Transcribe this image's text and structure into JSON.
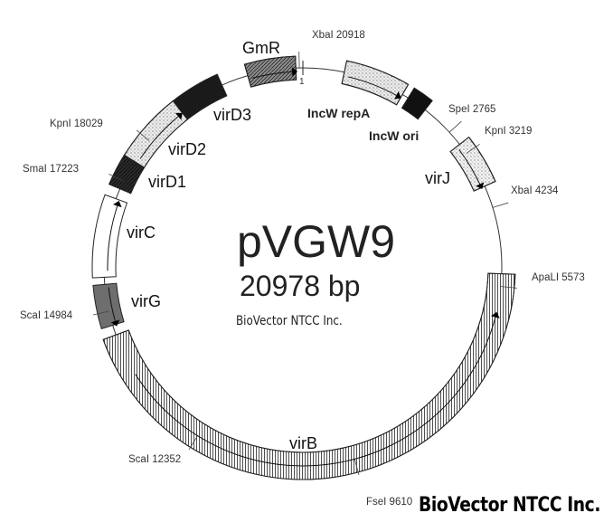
{
  "plasmid": {
    "name": "pVGW9",
    "size_label": "20978 bp",
    "length_bp": 20978,
    "origin_label": "1"
  },
  "watermark": "BioVector NTCC Inc.",
  "footer_watermark": "BioVector NTCC Inc.",
  "sites": [
    {
      "id": "xbai-20918",
      "label": "XbaI 20918",
      "bp": 20918
    },
    {
      "id": "spei-2765",
      "label": "SpeI 2765",
      "bp": 2765
    },
    {
      "id": "kpni-3219",
      "label": "KpnI 3219",
      "bp": 3219
    },
    {
      "id": "xbai-4234",
      "label": "XbaI 4234",
      "bp": 4234
    },
    {
      "id": "apali-5573",
      "label": "ApaLI 5573",
      "bp": 5573
    },
    {
      "id": "fsei-9610",
      "label": "FseI 9610",
      "bp": 9610
    },
    {
      "id": "scai-12352",
      "label": "ScaI 12352",
      "bp": 12352
    },
    {
      "id": "scai-14984",
      "label": "ScaI 14984",
      "bp": 14984
    },
    {
      "id": "smai-17223",
      "label": "SmaI 17223",
      "bp": 17223
    },
    {
      "id": "kpni-18029",
      "label": "KpnI 18029",
      "bp": 18029
    }
  ],
  "features": [
    {
      "id": "gmr",
      "label": "GmR",
      "start": 20040,
      "end": 20860,
      "dir": 1,
      "fill": "#8a8a8a",
      "pattern": "hatch"
    },
    {
      "id": "incw-repa",
      "label": "IncW repA",
      "start": 700,
      "end": 1750,
      "dir": 1,
      "fill": "#ececec",
      "pattern": "dots"
    },
    {
      "id": "incw-ori",
      "label": "IncW ori",
      "start": 1860,
      "end": 2210,
      "dir": 0,
      "fill": "#111111",
      "pattern": "none"
    },
    {
      "id": "virj",
      "label": "virJ",
      "start": 3030,
      "end": 3850,
      "dir": 1,
      "fill": "#f4f4f4",
      "pattern": "dots"
    },
    {
      "id": "virb",
      "label": "virB",
      "start": 5360,
      "end": 14570,
      "dir": -1,
      "fill": "#ffffff",
      "pattern": "vlines"
    },
    {
      "id": "virg",
      "label": "virG",
      "start": 14740,
      "end": 15440,
      "dir": -1,
      "fill": "#6e6e6e",
      "pattern": "none"
    },
    {
      "id": "virc",
      "label": "virC",
      "start": 15560,
      "end": 16900,
      "dir": 1,
      "fill": "#ffffff",
      "pattern": "none"
    },
    {
      "id": "vird1",
      "label": "virD1",
      "start": 17080,
      "end": 17600,
      "dir": 0,
      "fill": "#2a2a2a",
      "pattern": "hatch"
    },
    {
      "id": "vird2",
      "label": "virD2",
      "start": 17600,
      "end": 18760,
      "dir": 1,
      "fill": "#ededed",
      "pattern": "dots"
    },
    {
      "id": "vird3",
      "label": "virD3",
      "start": 18760,
      "end": 19580,
      "dir": 0,
      "fill": "#1a1a1a",
      "pattern": "none"
    }
  ]
}
